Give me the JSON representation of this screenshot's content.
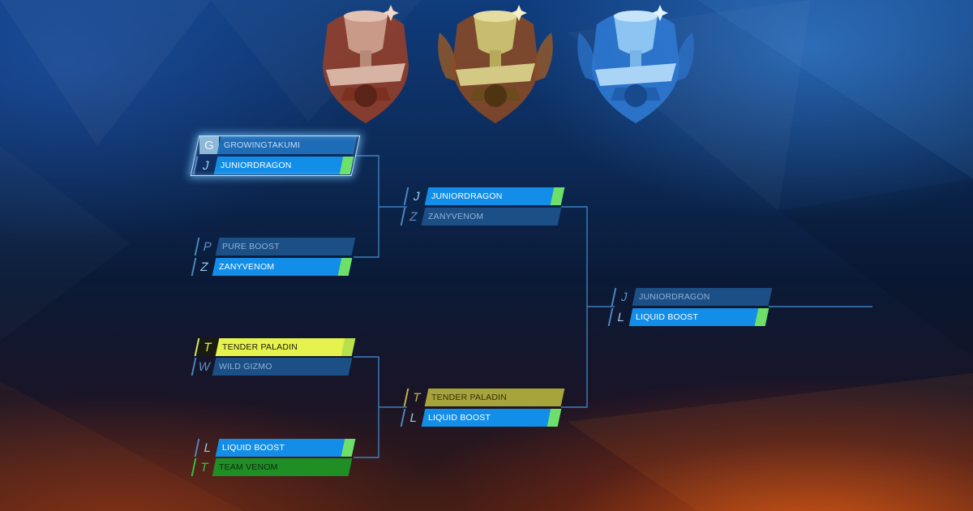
{
  "trophies": [
    {
      "name": "bronze",
      "color": "#a8472a"
    },
    {
      "name": "gold",
      "color": "#b6922e"
    },
    {
      "name": "blue",
      "color": "#3f8ce0"
    }
  ],
  "colors": {
    "line": "#3d7fbf",
    "winner_bar": "#138ee8",
    "loser_bar": "#1c4f86",
    "win_marker": "#6ee06a",
    "yellow": "#e6f24d",
    "olive": "#a6a43a",
    "green": "#1f8e25"
  },
  "bracket": {
    "round1": [
      {
        "top": {
          "initial": "G",
          "name": "GROWINGTAKUMI"
        },
        "bottom": {
          "initial": "J",
          "name": "JUNIORDRAGON"
        }
      },
      {
        "top": {
          "initial": "P",
          "name": "PURE BOOST"
        },
        "bottom": {
          "initial": "Z",
          "name": "ZANYVENOM"
        }
      },
      {
        "top": {
          "initial": "T",
          "name": "TENDER PALADIN"
        },
        "bottom": {
          "initial": "W",
          "name": "WILD GIZMO"
        }
      },
      {
        "top": {
          "initial": "L",
          "name": "LIQUID BOOST"
        },
        "bottom": {
          "initial": "T",
          "name": "TEAM VENOM"
        }
      }
    ],
    "round2": [
      {
        "top": {
          "initial": "J",
          "name": "JUNIORDRAGON"
        },
        "bottom": {
          "initial": "Z",
          "name": "ZANYVENOM"
        }
      },
      {
        "top": {
          "initial": "T",
          "name": "TENDER PALADIN"
        },
        "bottom": {
          "initial": "L",
          "name": "LIQUID BOOST"
        }
      }
    ],
    "final": [
      {
        "top": {
          "initial": "J",
          "name": "JUNIORDRAGON"
        },
        "bottom": {
          "initial": "L",
          "name": "LIQUID BOOST"
        }
      }
    ]
  }
}
